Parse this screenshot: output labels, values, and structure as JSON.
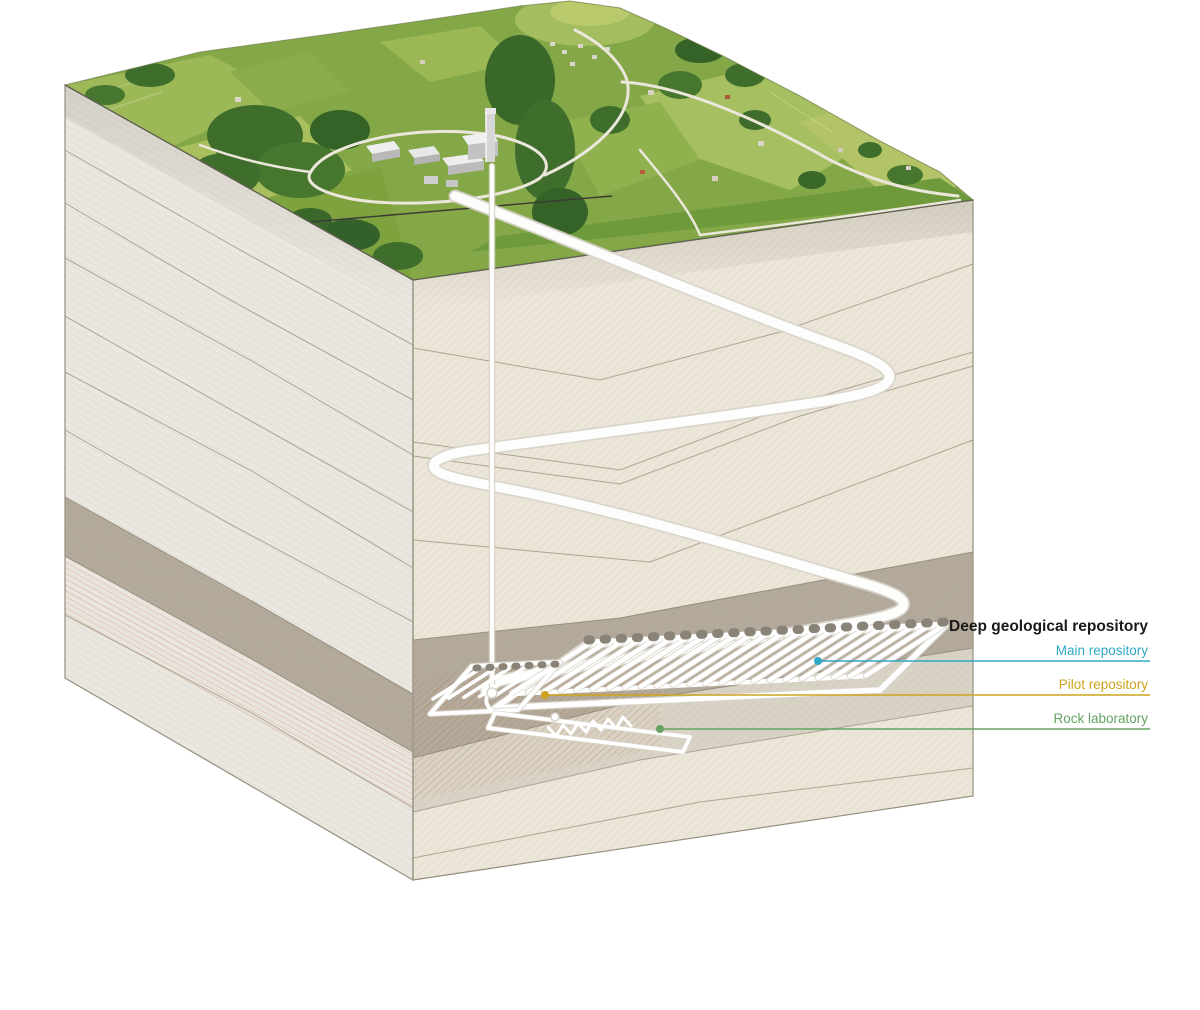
{
  "diagram": {
    "title": "Deep geological repository",
    "title_color": "#1a1a18",
    "labels": [
      {
        "label": "Main repository",
        "color": "#31a8c7"
      },
      {
        "label": "Pilot repository",
        "color": "#cea41f"
      },
      {
        "label": "Rock laboratory",
        "color": "#66a464"
      }
    ]
  },
  "scene": {
    "colors": {
      "background": "#ffffff",
      "left_face": "#eae7e0",
      "right_face": "#ece6d8",
      "host_rock_band": "#b3aa9b",
      "below_band_strip": "#d9d3c6",
      "red_marl_hatch": "#c05a28",
      "tunnel_white": "#ffffff",
      "tunnel_casing": "#d8d4ca",
      "landscape_green": "#84a748",
      "strata_line": "#a39a88"
    }
  }
}
